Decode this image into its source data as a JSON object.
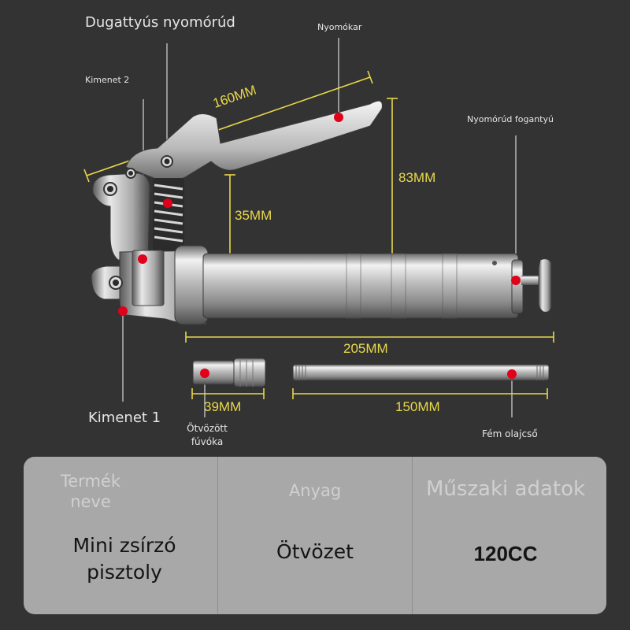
{
  "labels": {
    "piston_rod": "Dugattyús nyomórúd",
    "outlet_2": "Kimenet 2",
    "lever": "Nyomókar",
    "rod_handle": "Nyomórúd fogantyú",
    "outlet_1": "Kimenet 1",
    "nozzle_line1": "Ötvözött",
    "nozzle_line2": "fúvóka",
    "metal_pipe": "Fém olajcső"
  },
  "dimensions": {
    "lever_length": "160MM",
    "height_83": "83MM",
    "height_35": "35MM",
    "barrel_length": "205MM",
    "nozzle_length": "39MM",
    "pipe_length": "150MM"
  },
  "colors": {
    "background": "#333333",
    "dimension": "#e8d84a",
    "marker": "#e0001a",
    "panel": "#a8a8a8"
  },
  "spec_table": {
    "name_header_line1": "Termék",
    "name_header_line2": "neve",
    "name_value_line1": "Mini zsírzó",
    "name_value_line2": "pisztoly",
    "material_header": "Anyag",
    "material_value": "Ötvözet",
    "spec_header": "Műszaki adatok",
    "spec_value": "120CC"
  }
}
